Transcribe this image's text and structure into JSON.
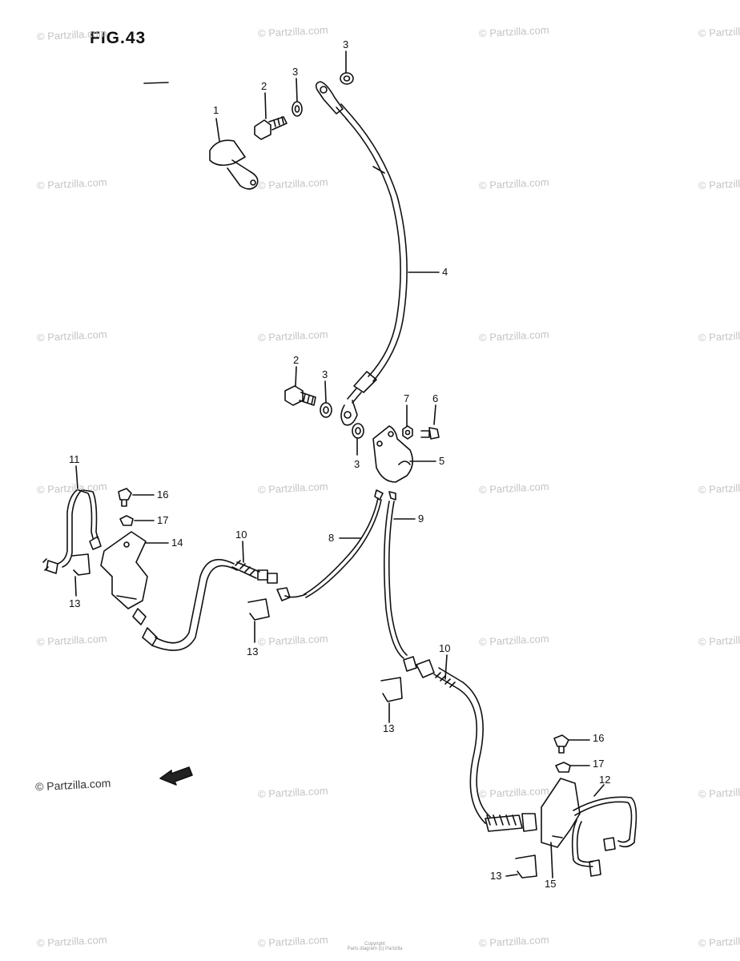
{
  "figure": {
    "title": "FIG.43"
  },
  "watermark": {
    "text": "© Partzilla.com",
    "main": "© Partzilla.com"
  },
  "labels": {
    "l1": "1",
    "l2a": "2",
    "l3a": "3",
    "l3b": "3",
    "l4": "4",
    "l2b": "2",
    "l3c": "3",
    "l3d": "3",
    "l7": "7",
    "l6": "6",
    "l5": "5",
    "l11": "11",
    "l16a": "16",
    "l17a": "17",
    "l14": "14",
    "l10a": "10",
    "l8": "8",
    "l9": "9",
    "l13a": "13",
    "l13b": "13",
    "l10b": "10",
    "l13c": "13",
    "l16b": "16",
    "l17b": "17",
    "l12": "12",
    "l13d": "13",
    "l15": "15"
  },
  "fwd_marker": {
    "text": "FWD",
    "icon": "fwd-arrow-icon"
  },
  "footer": {
    "line1": "Copyright",
    "line2": "Parts diagram (c) Partzilla"
  }
}
